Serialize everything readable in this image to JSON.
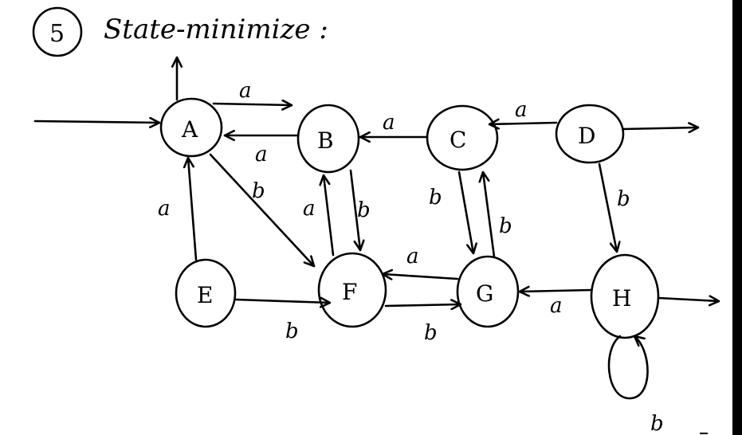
{
  "heading": {
    "number": "5",
    "title": "State-minimize :"
  },
  "states": [
    {
      "id": "A",
      "label": "A",
      "start": true,
      "final": true
    },
    {
      "id": "B",
      "label": "B"
    },
    {
      "id": "C",
      "label": "C"
    },
    {
      "id": "D",
      "label": "D",
      "final": true
    },
    {
      "id": "E",
      "label": "E"
    },
    {
      "id": "F",
      "label": "F"
    },
    {
      "id": "G",
      "label": "G"
    },
    {
      "id": "H",
      "label": "H",
      "final": true
    }
  ],
  "transitions": [
    {
      "from": "A",
      "to": "B",
      "label": "a"
    },
    {
      "from": "B",
      "to": "A",
      "label": "a"
    },
    {
      "from": "C",
      "to": "B",
      "label": "a"
    },
    {
      "from": "D",
      "to": "C",
      "label": "a"
    },
    {
      "from": "A",
      "to": "F",
      "label": "b"
    },
    {
      "from": "E",
      "to": "A",
      "label": "a"
    },
    {
      "from": "F",
      "to": "B",
      "label": "a"
    },
    {
      "from": "B",
      "to": "F",
      "label": "b"
    },
    {
      "from": "C",
      "to": "G",
      "label": "b"
    },
    {
      "from": "G",
      "to": "C",
      "label": "b"
    },
    {
      "from": "D",
      "to": "H",
      "label": "b"
    },
    {
      "from": "E",
      "to": "F",
      "label": "b"
    },
    {
      "from": "G",
      "to": "F",
      "label": "a"
    },
    {
      "from": "F",
      "to": "G",
      "label": "b"
    },
    {
      "from": "H",
      "to": "G",
      "label": "a"
    },
    {
      "from": "H",
      "to": "H",
      "label": "b"
    }
  ]
}
